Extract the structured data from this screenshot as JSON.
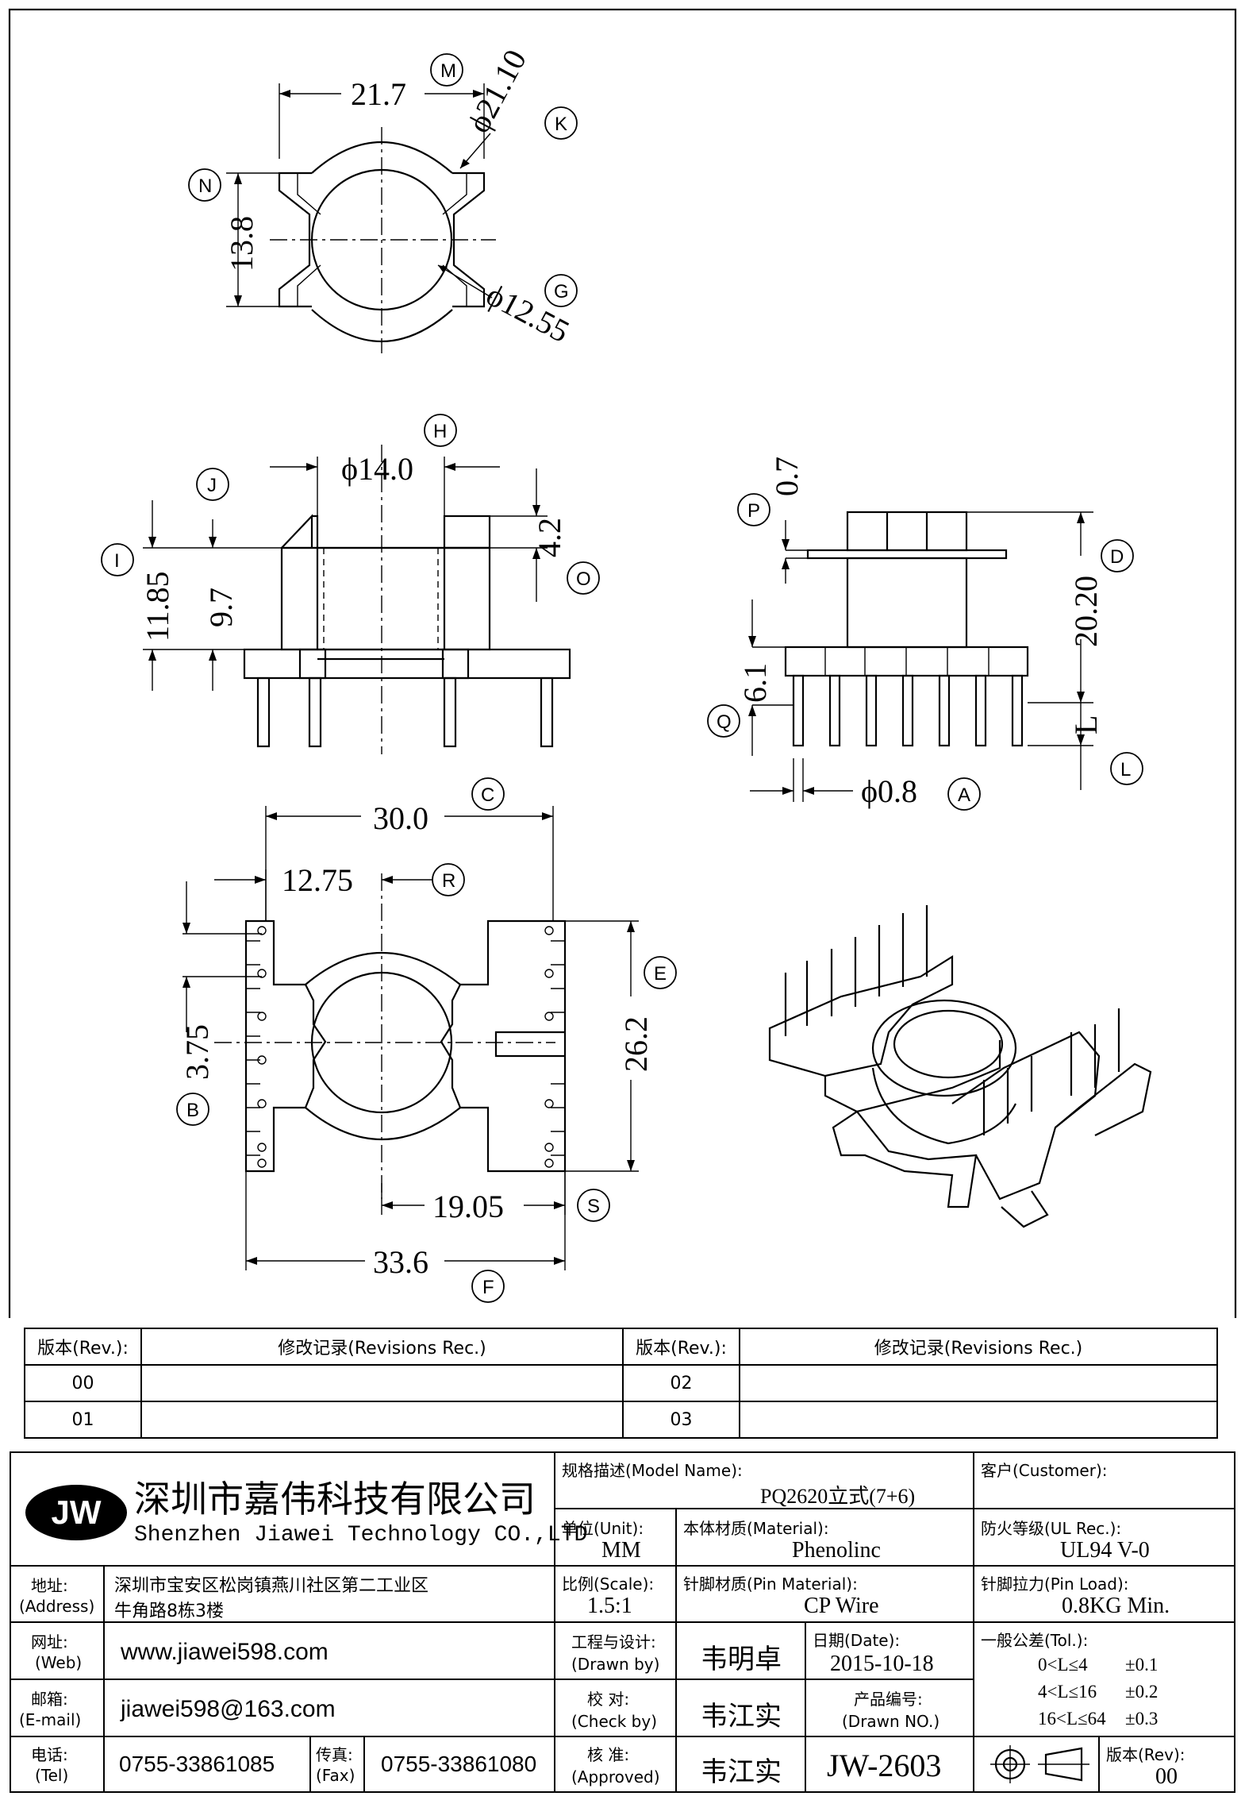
{
  "dimensions": {
    "d_21_7": "21.7",
    "d_phi_21_10": "ϕ21.10",
    "d_13_8": "13.8",
    "d_phi_12_55": "ϕ12.55",
    "d_phi_14_0": "ϕ14.0",
    "d_4_2": "4.2",
    "d_11_85": "11.85",
    "d_9_7": "9.7",
    "d_0_7": "0.7",
    "d_20_20": "20.20",
    "d_6_1": "6.1",
    "d_L": "L",
    "d_phi_0_8": "ϕ0.8",
    "d_30_0": "30.0",
    "d_12_75": "12.75",
    "d_3_75": "3.75",
    "d_26_2": "26.2",
    "d_19_05": "19.05",
    "d_33_6": "33.6"
  },
  "bubbles": {
    "M": "M",
    "K": "K",
    "N": "N",
    "G": "G",
    "H": "H",
    "J": "J",
    "I": "I",
    "O": "O",
    "P": "P",
    "D": "D",
    "Q": "Q",
    "L": "L",
    "A": "A",
    "C": "C",
    "R": "R",
    "E": "E",
    "B": "B",
    "S": "S",
    "F": "F"
  },
  "revisions": {
    "col_rev": "版本(Rev.):",
    "col_rec": "修改记录(Revisions Rec.)",
    "rows": [
      {
        "left_rev": "00",
        "left_rec": "",
        "right_rev": "02",
        "right_rec": ""
      },
      {
        "left_rev": "01",
        "left_rec": "",
        "right_rev": "03",
        "right_rec": ""
      }
    ]
  },
  "title_block": {
    "logo": "JW",
    "company_cn": "深圳市嘉伟科技有限公司",
    "company_en": "Shenzhen Jiawei Technology CO.,LTD",
    "address_label": "地址:",
    "address_label_en": "(Address)",
    "address_line1": "深圳市宝安区松岗镇燕川社区第二工业区",
    "address_line2": "牛角路8栋3楼",
    "web_label": "网址:",
    "web_label_en": "(Web)",
    "web": "www.jiawei598.com",
    "email_label": "邮箱:",
    "email_label_en": "(E-mail)",
    "email": "jiawei598@163.com",
    "tel_label": "电话:",
    "tel_label_en": "(Tel)",
    "tel": "0755-33861085",
    "fax_label": "传真:",
    "fax_label_en": "(Fax)",
    "fax": "0755-33861080",
    "model_label": "规格描述(Model Name):",
    "model": "PQ2620立式(7+6)",
    "customer_label": "客户(Customer):",
    "customer": "",
    "unit_label": "单位(Unit):",
    "unit": "MM",
    "material_label": "本体材质(Material):",
    "material": "Phenolinc",
    "ul_label": "防火等级(UL Rec.):",
    "ul": "UL94 V-0",
    "scale_label": "比例(Scale):",
    "scale": "1.5:1",
    "pin_material_label": "针脚材质(Pin Material):",
    "pin_material": "CP Wire",
    "pin_load_label": "针脚拉力(Pin Load):",
    "pin_load": "0.8KG Min.",
    "drawn_label": "工程与设计:",
    "drawn_label_en": "(Drawn by)",
    "drawn_by": "韦明卓",
    "date_label": "日期(Date):",
    "date": "2015-10-18",
    "tol_label": "一般公差(Tol.):",
    "tol_rows": [
      {
        "range": "0<L≤4",
        "tol": "±0.1"
      },
      {
        "range": "4<L≤16",
        "tol": "±0.2"
      },
      {
        "range": "16<L≤64",
        "tol": "±0.3"
      }
    ],
    "check_label": "校  对:",
    "check_label_en": "(Check by)",
    "check_by": "韦江实",
    "drawing_no_label": "产品编号:",
    "drawing_no_label_en": "(Drawn NO.)",
    "approved_label": "核  准:",
    "approved_label_en": "(Approved)",
    "approved_by": "韦江实",
    "drawing_no": "JW-2603",
    "rev_label": "版本(Rev):",
    "rev": "00"
  }
}
